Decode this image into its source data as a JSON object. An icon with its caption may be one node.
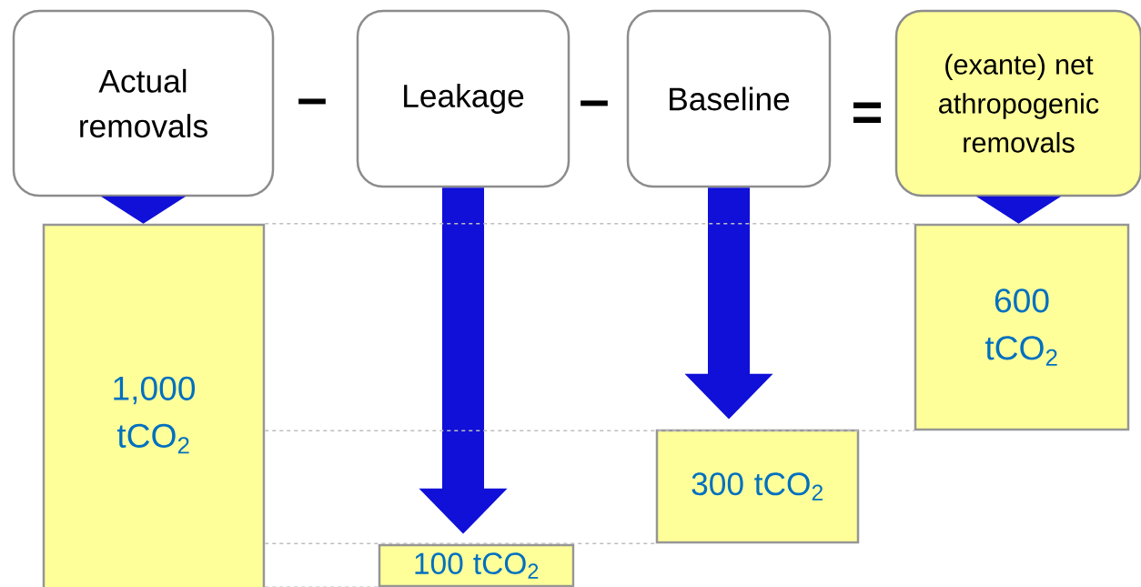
{
  "diagram": {
    "nodes": [
      {
        "text": [
          "Actual removals"
        ]
      },
      {
        "text": [
          "Leakage"
        ]
      },
      {
        "text": [
          "Baseline"
        ]
      },
      {
        "text": [
          "(exante) net athropogenic removals"
        ]
      },
      {
        "text": [
          "1,000 tCO$_{2}$"
        ]
      },
      {
        "text": [
          "100 tCO$_{2}$"
        ]
      },
      {
        "text": [
          "300 tCO$_{2}$"
        ]
      },
      {
        "text": [
          "600 tCO$_{2}$"
        ]
      }
    ],
    "edges": [
      {
        "from": 0,
        "to": 4,
        "arrow": "to",
        "style": "thick",
        "color": "#1010d8"
      },
      {
        "from": 1,
        "to": 5,
        "arrow": "to",
        "style": "thick",
        "color": "#1010d8"
      },
      {
        "from": 2,
        "to": 6,
        "arrow": "to",
        "style": "thick",
        "color": "#1010d8"
      },
      {
        "from": 3,
        "to": 7,
        "arrow": "to",
        "style": "thick",
        "color": "#1010d8"
      },
      {
        "from": 4,
        "to": 7,
        "arrow": "none",
        "style": "dashed",
        "color": "#bebebe"
      },
      {
        "from": 4,
        "to": 7,
        "arrow": "none",
        "style": "dashed",
        "color": "#bebebe"
      },
      {
        "from": 4,
        "to": 6,
        "arrow": "none",
        "style": "dashed",
        "color": "#bebebe"
      },
      {
        "from": 4,
        "to": 5,
        "arrow": "none",
        "style": "dashed",
        "color": "#bebebe"
      }
    ],
    "labels": [
      "–",
      "–",
      "="
    ]
  }
}
